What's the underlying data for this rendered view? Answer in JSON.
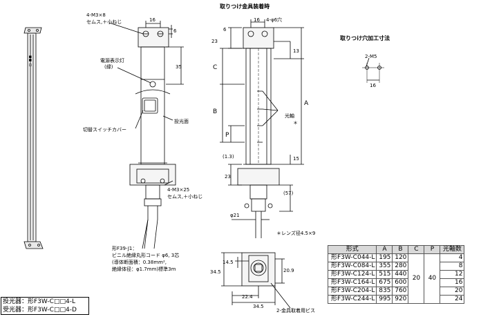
{
  "titles": {
    "mount_title": "取りつけ金具装着時",
    "hole_title": "取りつけ穴加工寸法"
  },
  "left_view": {
    "screw_top": "4-M3×8",
    "screw_top_sub": "セムス,＋小ねじ",
    "dim_16": "16",
    "dim_6": "6",
    "power_led": "電源表示灯",
    "power_led_sub": "(緑)",
    "dim_35": "35",
    "switch_cover": "切替スイッチカバー",
    "emitter_face": "投光面",
    "screw_bottom": "4-M3×25",
    "screw_bottom_sub": "セムス,＋小ねじ",
    "cable_1": "形F39-J1：",
    "cable_2": "ビニル絶縁丸形コード φ6, 3芯",
    "cable_3": "(導体断面積：0.38mm²,",
    "cable_4": "絶縁体径：φ1.7mm)標準3m"
  },
  "right_view": {
    "dim_16": "16",
    "hole": "4-φ6穴",
    "dim_6": "6",
    "dim_23_top": "23",
    "dim_13": "13",
    "label_C": "C",
    "label_B": "B",
    "label_P": "P",
    "label_A": "A",
    "optical_axis": "光軸",
    "asterisk": "＊",
    "dim_1_3": "(1.3)",
    "dim_15": "15",
    "dim_23_bottom": "23",
    "dim_57": "(57)",
    "dim_phi21": "φ21",
    "lens_note": "＊レンズ径4.5×9"
  },
  "hole_detail": {
    "screw": "2-M5",
    "dim_16": "16"
  },
  "bottom_view": {
    "dim_14_5": "14.5",
    "dim_20_9": "20.9",
    "dim_34_5_v": "34.5",
    "dim_22_4": "22.4",
    "dim_34_5_h": "34.5",
    "screw_note": "2-金具取着用ビス"
  },
  "table": {
    "headers": [
      "形式",
      "A",
      "B",
      "C",
      "P",
      "光軸数"
    ],
    "rows": [
      {
        "model": "形F3W-C044-L",
        "a": "195",
        "b": "120",
        "axes": "4"
      },
      {
        "model": "形F3W-C084-L",
        "a": "355",
        "b": "280",
        "axes": "8"
      },
      {
        "model": "形F3W-C124-L",
        "a": "515",
        "b": "440",
        "axes": "12"
      },
      {
        "model": "形F3W-C164-L",
        "a": "675",
        "b": "600",
        "axes": "16"
      },
      {
        "model": "形F3W-C204-L",
        "a": "835",
        "b": "760",
        "axes": "20"
      },
      {
        "model": "形F3W-C244-L",
        "a": "995",
        "b": "920",
        "axes": "24"
      }
    ],
    "c_value": "20",
    "p_value": "40"
  },
  "legend": {
    "emitter": "投光器：形F3W-C□□4-L",
    "receiver": "受光器：形F3W-C□□4-D"
  }
}
